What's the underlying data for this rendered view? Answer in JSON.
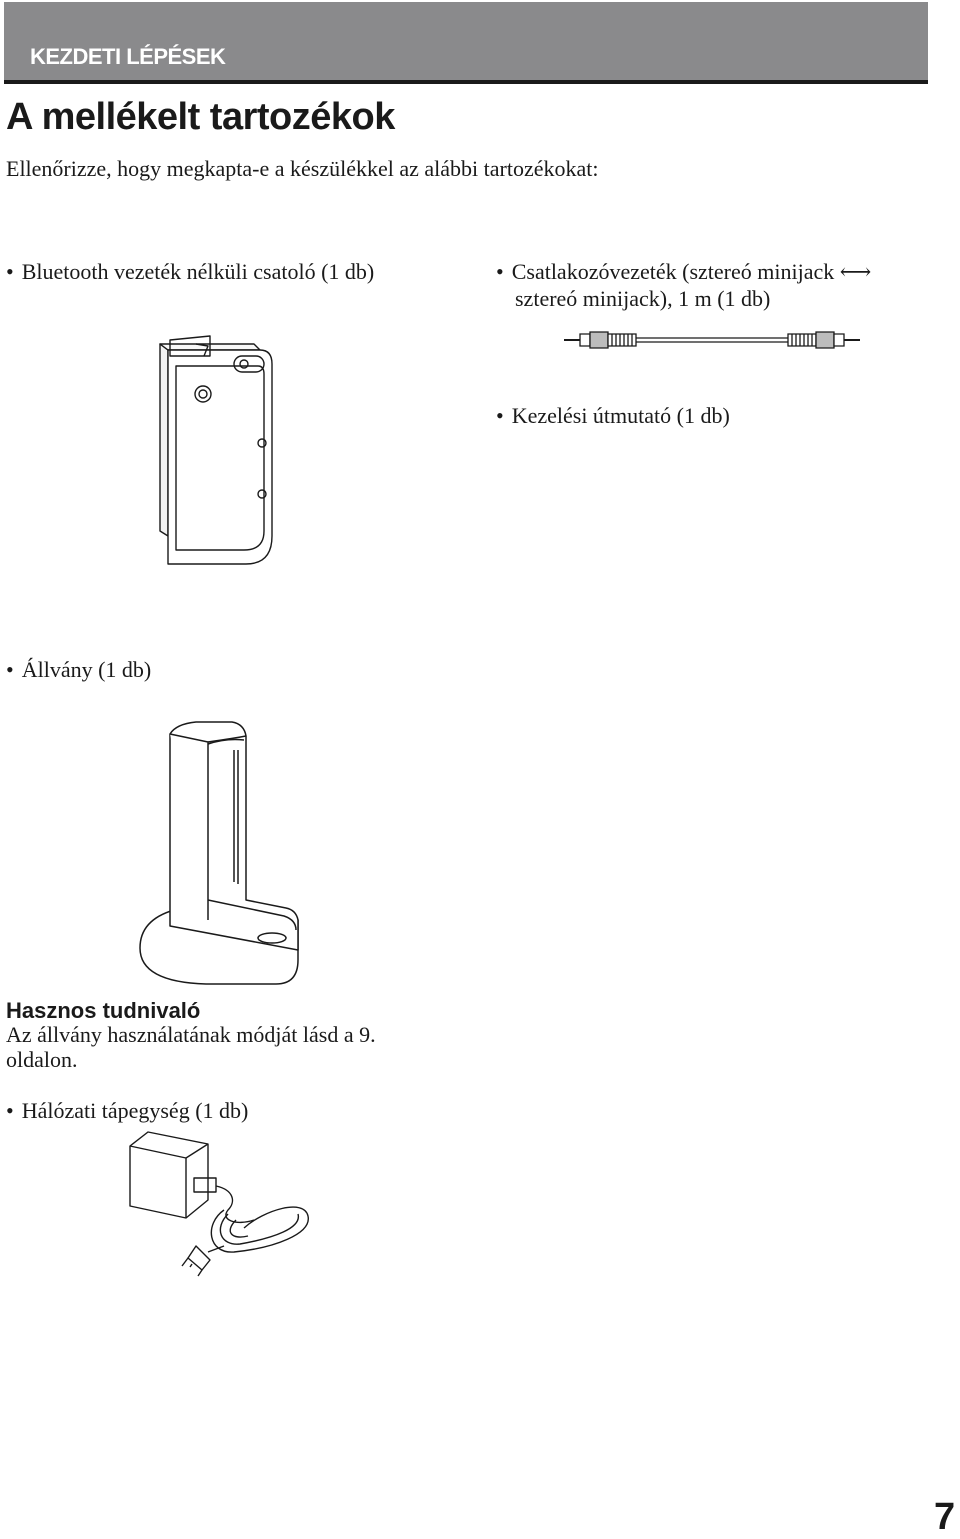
{
  "header": {
    "section_label": "KEZDETI LÉPÉSEK"
  },
  "page_title": "A mellékelt tartozékok",
  "intro": "Ellenőrizze, hogy megkapta-e a készülékkel az alábbi tartozékokat:",
  "items": [
    {
      "bullet": "•",
      "label": "Bluetooth vezeték nélküli csatoló (1 db)"
    },
    {
      "bullet": "•",
      "label": "Csatlakozóvezeték (sztereó minijack ⟷",
      "label_line2": "sztereó minijack), 1 m (1 db)"
    },
    {
      "bullet": "•",
      "label": "Kezelési útmutató (1 db)"
    },
    {
      "bullet": "•",
      "label": "Állvány (1 db)"
    },
    {
      "bullet": "•",
      "label": "Hálózati tápegység (1 db)"
    }
  ],
  "tip": {
    "heading": "Hasznos tudnivaló",
    "text": "Az állvány használatának módját lásd a 9. oldalon."
  },
  "page_number": "7",
  "colors": {
    "header_bar": "#8a8a8c",
    "header_text": "#ffffff",
    "rule": "#1a1a1a"
  }
}
